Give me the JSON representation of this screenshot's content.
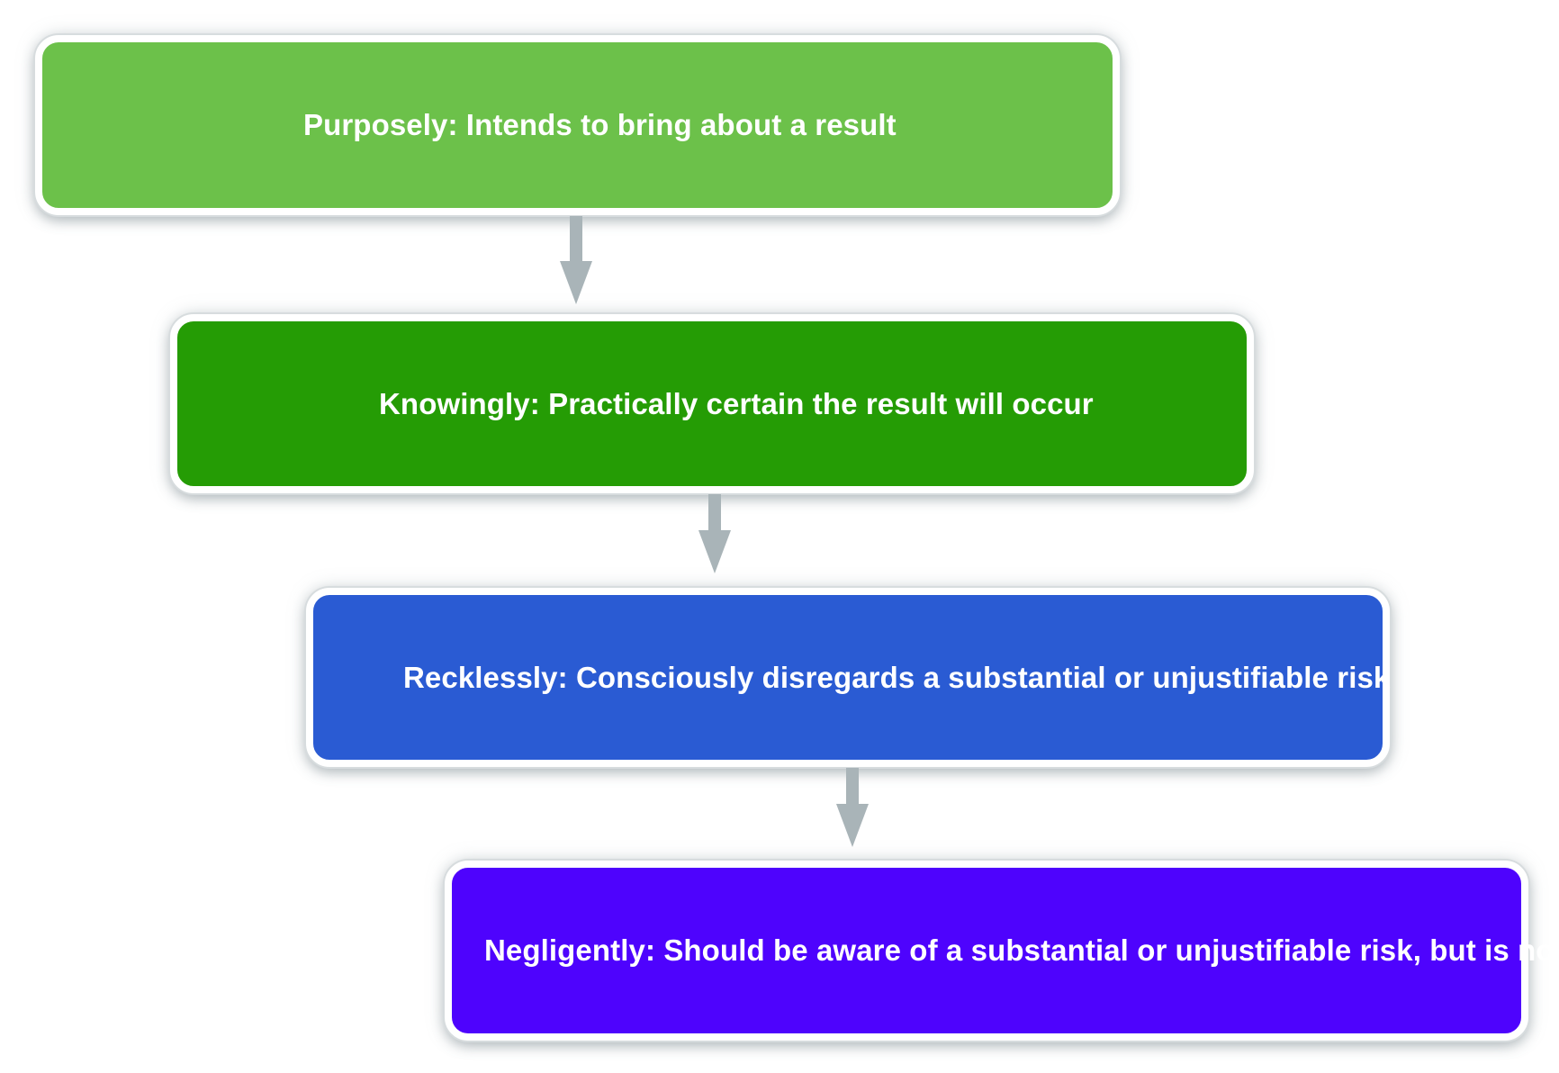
{
  "diagram": {
    "levels": [
      {
        "id": "purposely",
        "label": "Purposely: Intends to bring about a result",
        "color": "#6cc14a"
      },
      {
        "id": "knowingly",
        "label": "Knowingly: Practically certain the result will occur",
        "color": "#259c05"
      },
      {
        "id": "recklessly",
        "label": "Recklessly: Consciously disregards a substantial or unjustifiable risk",
        "color": "#2a5bd3"
      },
      {
        "id": "negligently",
        "label": "Negligently: Should be aware of a substantial or unjustifiable risk, but is not",
        "color": "#4e03fd"
      }
    ],
    "connector_color": "#a9b4b8",
    "flow_direction": "downward"
  }
}
